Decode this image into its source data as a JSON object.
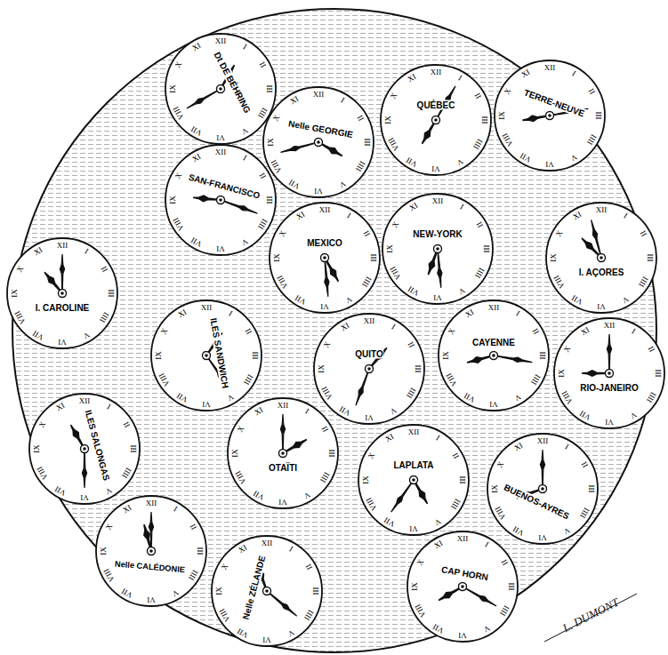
{
  "diagram": {
    "nodes": [
      {
        "text": [
          "Dt DE BÉHRING",
          "XII",
          "I",
          "II",
          "III",
          "IIII",
          "V",
          "VI",
          "VII",
          "VIII",
          "IX",
          "X",
          "XI"
        ]
      },
      {
        "text": [
          "Nelle GEORGIE",
          "XII",
          "I",
          "II",
          "III",
          "IIII",
          "V",
          "VI",
          "VII",
          "VIII",
          "IX",
          "X",
          "XI"
        ]
      },
      {
        "text": [
          "QUÉBEC",
          "XII",
          "I",
          "II",
          "III",
          "IIII",
          "V",
          "VI",
          "VII",
          "VIII",
          "IX",
          "X",
          "XI"
        ]
      },
      {
        "text": [
          "TERRE-NEUVE",
          "XII",
          "I",
          "II",
          "III",
          "IIII",
          "V",
          "VI",
          "VII",
          "VIII",
          "IX",
          "X",
          "XI"
        ]
      },
      {
        "text": [
          "SAN-FRANCISCO",
          "XII",
          "I",
          "II",
          "III",
          "IIII",
          "V",
          "VI",
          "VII",
          "VIII",
          "IX",
          "X",
          "XI"
        ]
      },
      {
        "text": [
          "MEXICO",
          "XII",
          "I",
          "II",
          "III",
          "IIII",
          "V",
          "VI",
          "VII",
          "VIII",
          "IX",
          "X",
          "XI"
        ]
      },
      {
        "text": [
          "NEW-YORK",
          "XII",
          "I",
          "II",
          "III",
          "IIII",
          "V",
          "VI",
          "VII",
          "VIII",
          "IX",
          "X",
          "XI"
        ]
      },
      {
        "text": [
          "I. AÇORES",
          "XII",
          "I",
          "II",
          "III",
          "IIII",
          "V",
          "VI",
          "VII",
          "VIII",
          "IX",
          "X",
          "XI"
        ]
      },
      {
        "text": [
          "I. CAROLINE",
          "XII",
          "I",
          "II",
          "III",
          "IIII",
          "V",
          "VI",
          "VII",
          "VIII",
          "IX",
          "X",
          "XI"
        ]
      },
      {
        "text": [
          "ILES SANDWICH",
          "XII",
          "I",
          "II",
          "III",
          "IIII",
          "V",
          "VI",
          "VII",
          "VIII",
          "IX",
          "X",
          "XI"
        ]
      },
      {
        "text": [
          "QUITO",
          "XII",
          "I",
          "II",
          "III",
          "IIII",
          "V",
          "VI",
          "VII",
          "VIII",
          "IX",
          "X",
          "XI"
        ]
      },
      {
        "text": [
          "CAYENNE",
          "XII",
          "I",
          "II",
          "III",
          "IIII",
          "V",
          "VI",
          "VII",
          "VIII",
          "IX",
          "X",
          "XI"
        ]
      },
      {
        "text": [
          "RIO-JANEIRO",
          "XII",
          "I",
          "II",
          "III",
          "IIII",
          "V",
          "VI",
          "VII",
          "VIII",
          "IX",
          "X",
          "XI"
        ]
      },
      {
        "text": [
          "ILES SALONGAS",
          "XII",
          "I",
          "II",
          "III",
          "IIII",
          "V",
          "VI",
          "VII",
          "VIII",
          "IX",
          "X",
          "XI"
        ]
      },
      {
        "text": [
          "OTAÏTI",
          "XII",
          "I",
          "II",
          "III",
          "IIII",
          "V",
          "VI",
          "VII",
          "VIII",
          "IX",
          "X",
          "XI"
        ]
      },
      {
        "text": [
          "LAPLATA",
          "XII",
          "I",
          "II",
          "III",
          "IIII",
          "V",
          "VI",
          "VII",
          "VIII",
          "IX",
          "X",
          "XI"
        ]
      },
      {
        "text": [
          "BUENOS-AYRES",
          "XII",
          "I",
          "II",
          "III",
          "IIII",
          "V",
          "VI",
          "VII",
          "VIII",
          "IX",
          "X",
          "XI"
        ]
      },
      {
        "text": [
          "Nelle CALÉDONIE",
          "XII",
          "I",
          "II",
          "III",
          "IIII",
          "V",
          "VI",
          "VII",
          "VIII",
          "IX",
          "X",
          "XI"
        ]
      },
      {
        "text": [
          "Nelle ZÉLANDE",
          "XII",
          "I",
          "II",
          "III",
          "IIII",
          "V",
          "VI",
          "VII",
          "VIII",
          "IX",
          "X",
          "XI"
        ]
      },
      {
        "text": [
          "CAP HORN",
          "XII",
          "I",
          "II",
          "III",
          "IIII",
          "V",
          "VI",
          "VII",
          "VIII",
          "IX",
          "X",
          "XI"
        ]
      }
    ],
    "labels": [
      "L. DUMONT"
    ]
  }
}
